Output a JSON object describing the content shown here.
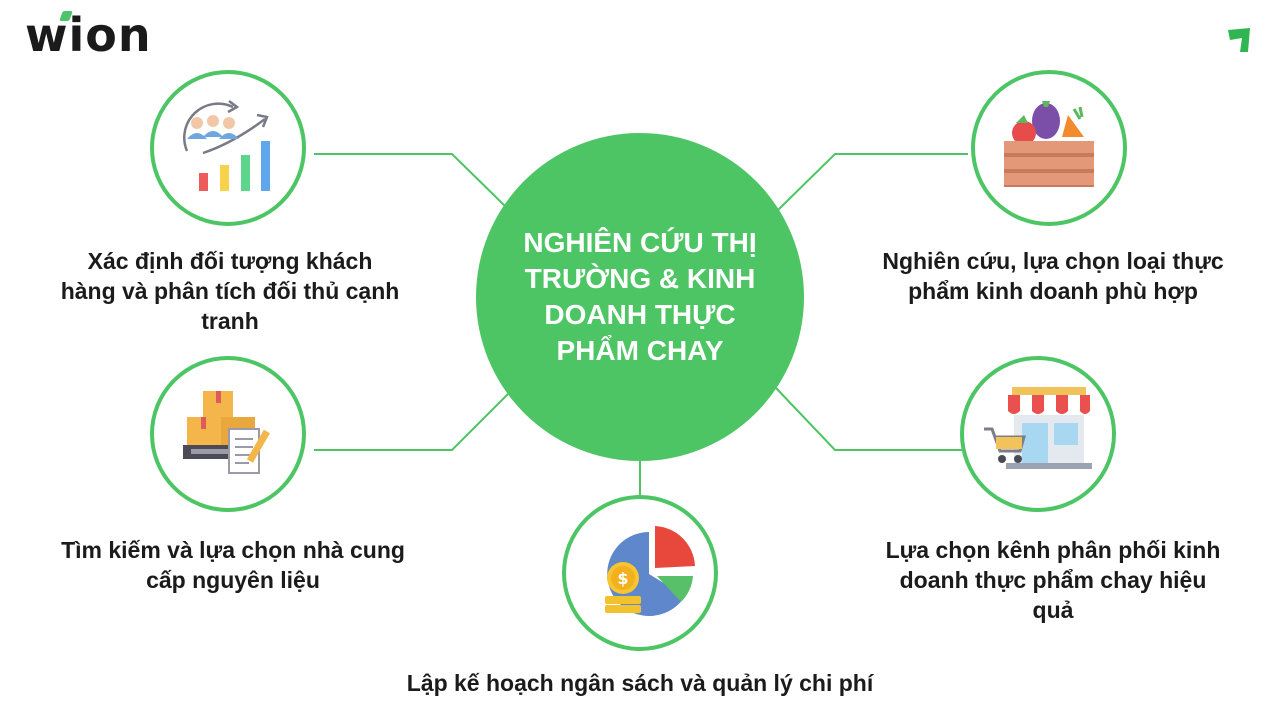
{
  "brand": {
    "logo_text": "wion"
  },
  "colors": {
    "accent": "#4ec565",
    "text": "#1b1b1b"
  },
  "hub": {
    "title": "NGHIÊN CỨU THỊ TRƯỜNG & KINH DOANH THỰC PHẨM CHAY"
  },
  "nodes": {
    "audience": {
      "icon": "audience-growth-chart-icon",
      "label": "Xác định đối tượng khách hàng và phân tích đối thủ cạnh tranh"
    },
    "supplier": {
      "icon": "supplier-boxes-checklist-icon",
      "label": "Tìm kiếm và lựa chọn nhà cung cấp nguyên liệu"
    },
    "budget": {
      "icon": "budget-pie-coins-icon",
      "label": "Lập kế hoạch ngân sách và quản lý chi phí"
    },
    "product": {
      "icon": "vegetable-crate-icon",
      "label": "Nghiên cứu, lựa chọn loại thực phẩm kinh doanh phù hợp"
    },
    "channel": {
      "icon": "storefront-cart-icon",
      "label": "Lựa chọn kênh phân phối kinh doanh thực phẩm chay hiệu quả"
    }
  }
}
